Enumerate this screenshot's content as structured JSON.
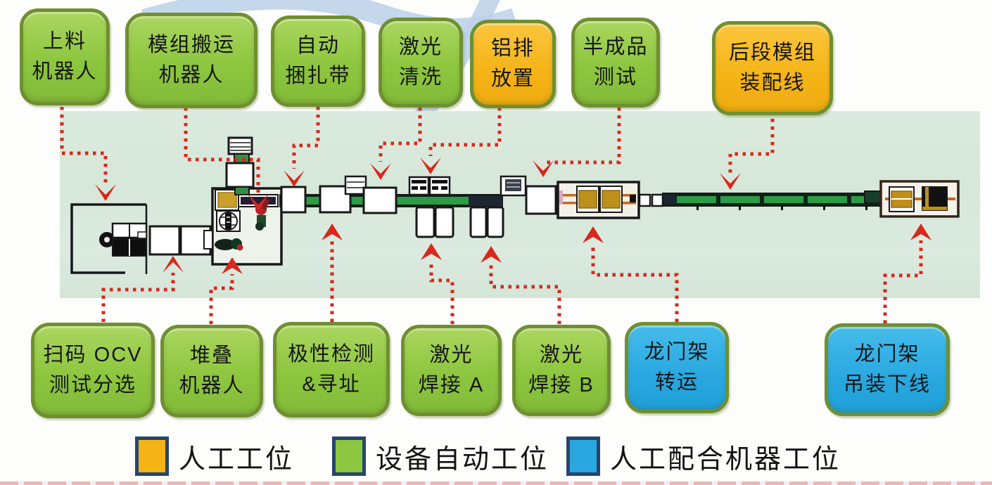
{
  "stations": {
    "top": [
      {
        "id": "loading-robot",
        "line1": "上料",
        "line2": "机器人",
        "type": "auto"
      },
      {
        "id": "module-transfer-robot",
        "line1": "模组搬运",
        "line2": "机器人",
        "type": "auto"
      },
      {
        "id": "auto-strapping",
        "line1": "自动",
        "line2": "捆扎带",
        "type": "auto"
      },
      {
        "id": "laser-cleaning",
        "line1": "激光",
        "line2": "清洗",
        "type": "auto"
      },
      {
        "id": "busbar-placement",
        "line1": "铝排",
        "line2": "放置",
        "type": "manual"
      },
      {
        "id": "semi-product-test",
        "line1": "半成品",
        "line2": "测试",
        "type": "auto"
      },
      {
        "id": "rear-module-assembly",
        "line1": "后段模组",
        "line2": "装配线",
        "type": "manual"
      }
    ],
    "bottom": [
      {
        "id": "scan-ocv-test-sorting",
        "line1": "扫码 OCV",
        "line2": "测试分选",
        "type": "auto"
      },
      {
        "id": "stacking-robot",
        "line1": "堆叠",
        "line2": "机器人",
        "type": "auto"
      },
      {
        "id": "polarity-check-addressing",
        "line1": "极性检测",
        "line2": "&寻址",
        "type": "auto"
      },
      {
        "id": "laser-welding-a",
        "line1": "激光",
        "line2": "焊接 A",
        "type": "auto"
      },
      {
        "id": "laser-welding-b",
        "line1": "激光",
        "line2": "焊接 B",
        "type": "auto"
      },
      {
        "id": "gantry-transfer",
        "line1": "龙门架",
        "line2": "转运",
        "type": "robot"
      },
      {
        "id": "gantry-hoist-offline",
        "line1": "龙门架",
        "line2": "吊装下线",
        "type": "robot"
      }
    ]
  },
  "legend": [
    {
      "type": "manual",
      "label": "人工工位"
    },
    {
      "type": "auto",
      "label": "设备自动工位"
    },
    {
      "type": "robot",
      "label": "人工配合机器工位"
    }
  ],
  "colors": {
    "manual": "#f5b316",
    "auto": "#8dc63f",
    "robot": "#29a8e0",
    "arrow": "#d8271c",
    "box_border": "#6f8f31",
    "legend_border": "#27456e",
    "band": "#d8e9dc",
    "belt_green": "#2d9c47"
  }
}
